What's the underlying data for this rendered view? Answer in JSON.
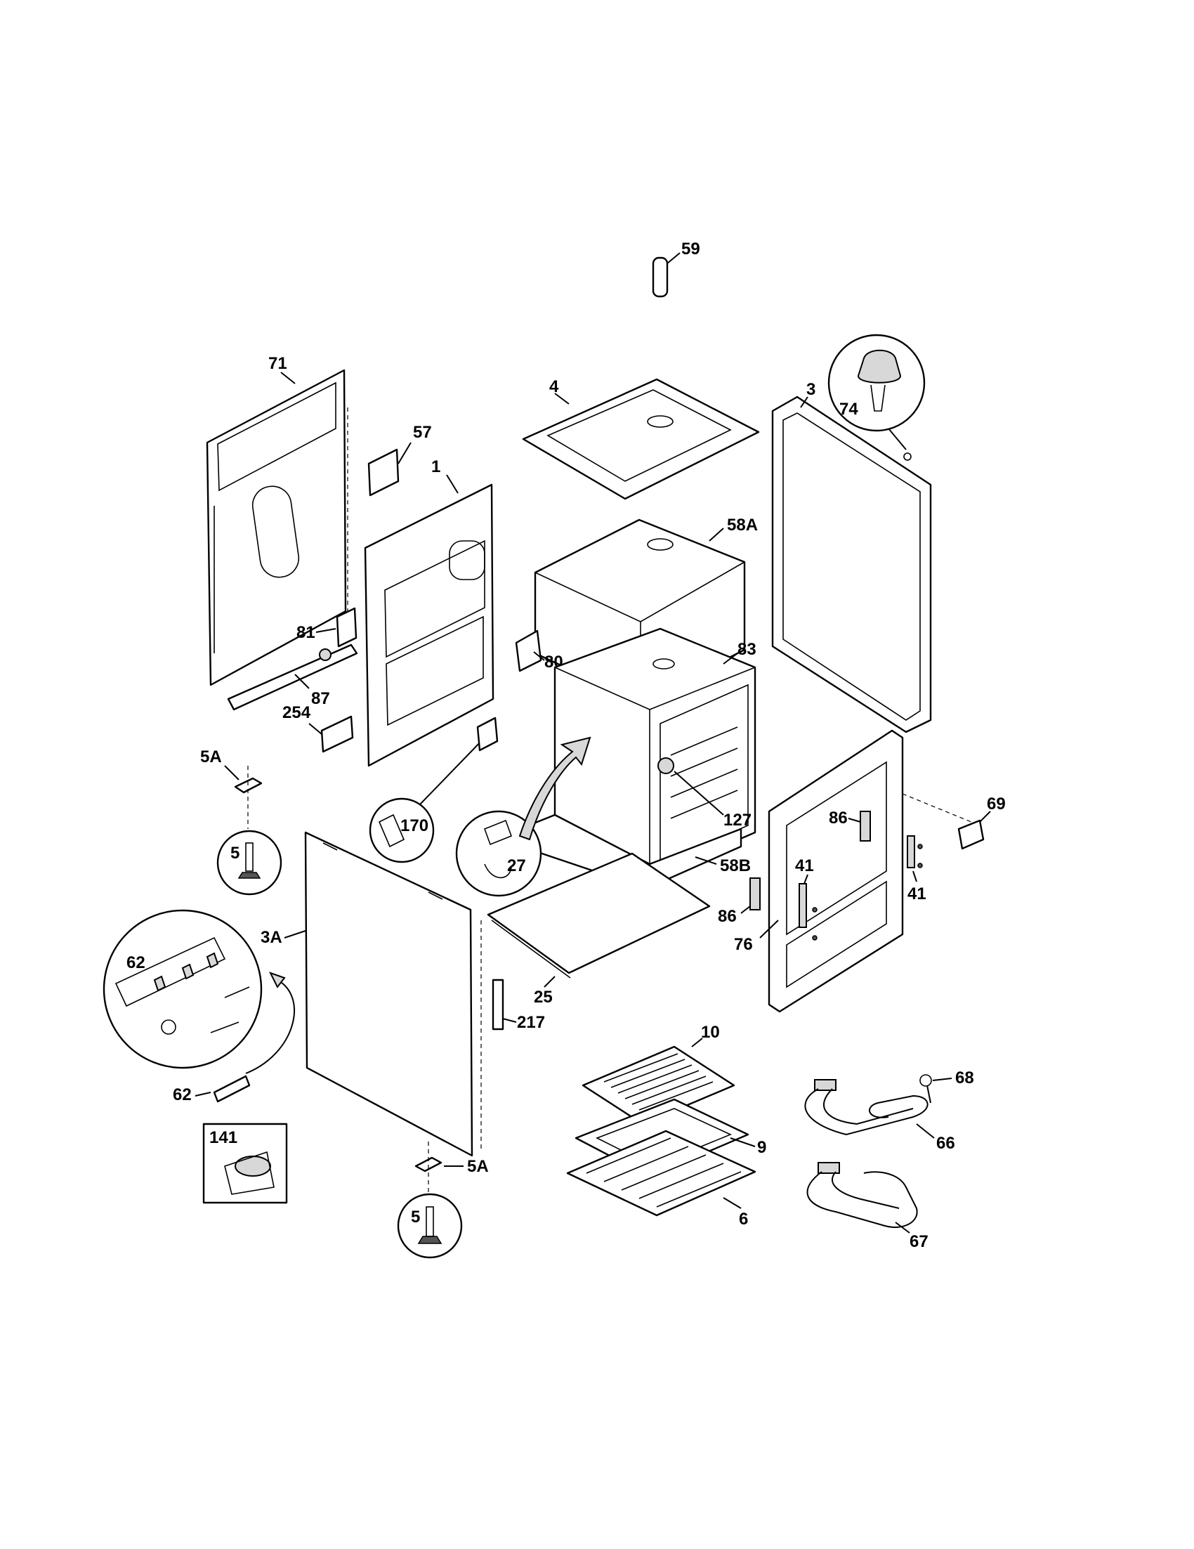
{
  "callouts": {
    "c71": "71",
    "c57": "57",
    "c1": "1",
    "c81": "81",
    "c87": "87",
    "c254": "254",
    "c5a_left": "5A",
    "c5_left": "5",
    "c170": "170",
    "c59": "59",
    "c4": "4",
    "c58a": "58A",
    "c80": "80",
    "c83": "83",
    "c127": "127",
    "c27": "27",
    "c58b": "58B",
    "c3": "3",
    "c74": "74",
    "c69": "69",
    "c86_top": "86",
    "c41_top": "41",
    "c41_bottom": "41",
    "c86_bottom": "86",
    "c76": "76",
    "c3a": "3A",
    "c62_detail": "62",
    "c62": "62",
    "c141": "141",
    "c217": "217",
    "c25": "25",
    "c5a_bottom": "5A",
    "c5_bottom": "5",
    "c10": "10",
    "c9": "9",
    "c6": "6",
    "c68": "68",
    "c66": "66",
    "c67": "67"
  }
}
